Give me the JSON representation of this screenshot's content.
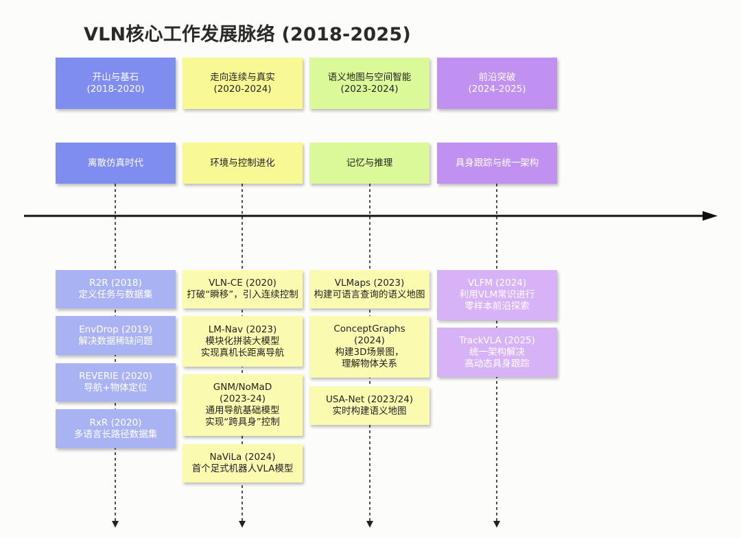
{
  "title": "VLN核心工作发展脉络 (2018-2025)",
  "colors": {
    "blue": "#7f8cf0",
    "yellow": "#f8f894",
    "green": "#dcf99a",
    "purple": "#c091f0",
    "light_blue": "#a9b3f4",
    "light_yellow": "#fafab0",
    "light_purple": "#d8b2f6"
  },
  "eras": [
    {
      "name": "开山与基石",
      "years": "(2018-2020)"
    },
    {
      "name": "走向连续与真实",
      "years": "(2020-2024)"
    },
    {
      "name": "语义地图与空间智能",
      "years": "(2023-2024)"
    },
    {
      "name": "前沿突破",
      "years": "(2024-2025)"
    }
  ],
  "themes": [
    "离散仿真时代",
    "环境与控制进化",
    "记忆与推理",
    "具身跟踪与统一架构"
  ],
  "works": [
    [
      {
        "lines": [
          "R2R (2018)",
          "定义任务与数据集"
        ]
      },
      {
        "lines": [
          "EnvDrop (2019)",
          "解决数据稀缺问题"
        ]
      },
      {
        "lines": [
          "REVERIE (2020)",
          "导航+物体定位"
        ]
      },
      {
        "lines": [
          "RxR (2020)",
          "多语言长路径数据集"
        ]
      }
    ],
    [
      {
        "lines": [
          "VLN-CE (2020)",
          "打破“瞬移”，引入连续控制"
        ]
      },
      {
        "lines": [
          "LM-Nav (2023)",
          "模块化拼装大模型",
          "实现真机长距离导航"
        ]
      },
      {
        "lines": [
          "GNM/NoMaD",
          "(2023-24)",
          "通用导航基础模型",
          "实现“跨具身”控制"
        ]
      },
      {
        "lines": [
          "NaViLa (2024)",
          "首个足式机器人VLA模型"
        ]
      }
    ],
    [
      {
        "lines": [
          "VLMaps (2023)",
          "构建可语言查询的语义地图"
        ]
      },
      {
        "lines": [
          "ConceptGraphs",
          "(2024)",
          "构建3D场景图，",
          "理解物体关系"
        ]
      },
      {
        "lines": [
          "USA-Net (2023/24)",
          "实时构建语义地图"
        ]
      }
    ],
    [
      {
        "lines": [
          "VLFM (2024)",
          "利用VLM常识进行",
          "零样本前沿探索"
        ]
      },
      {
        "lines": [
          "TrackVLA (2025)",
          "统一架构解决",
          "高动态具身跟踪"
        ]
      }
    ]
  ]
}
